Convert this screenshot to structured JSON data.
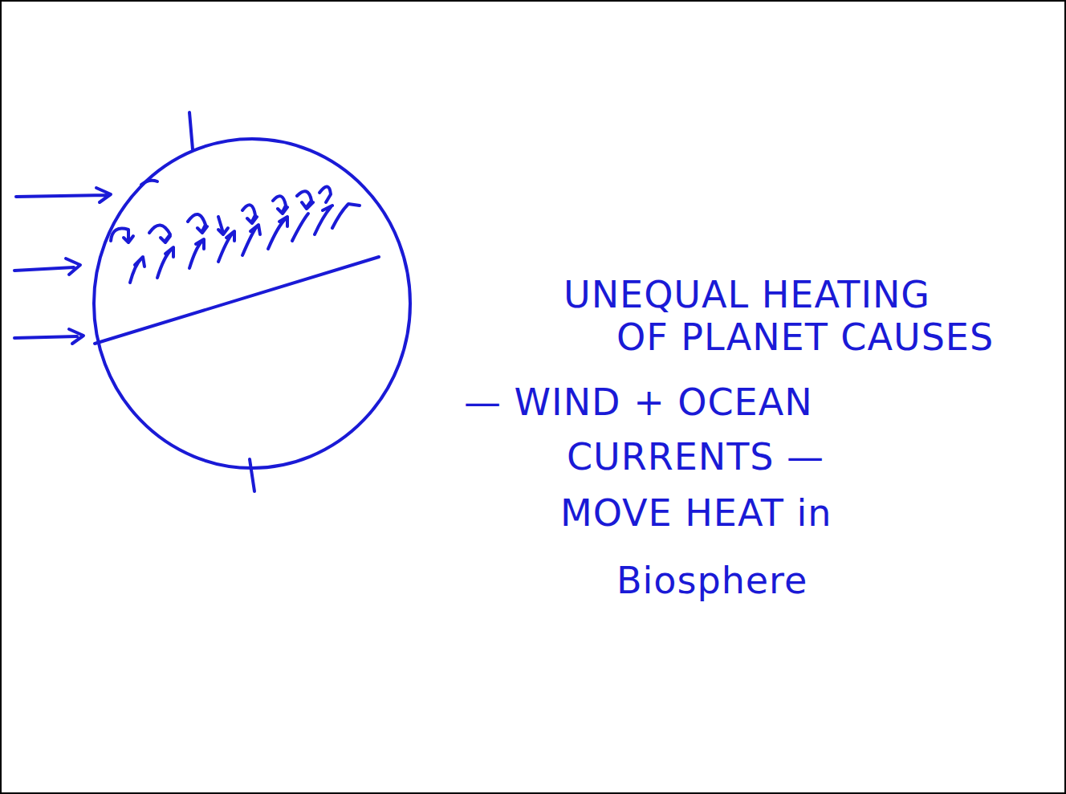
{
  "diagram": {
    "labels": [
      "UNEQUAL HEATING",
      "OF PLANET CAUSES",
      "— WIND + OCEAN",
      "CURRENTS —",
      "MOVE HEAT in",
      "Biosphere"
    ]
  }
}
